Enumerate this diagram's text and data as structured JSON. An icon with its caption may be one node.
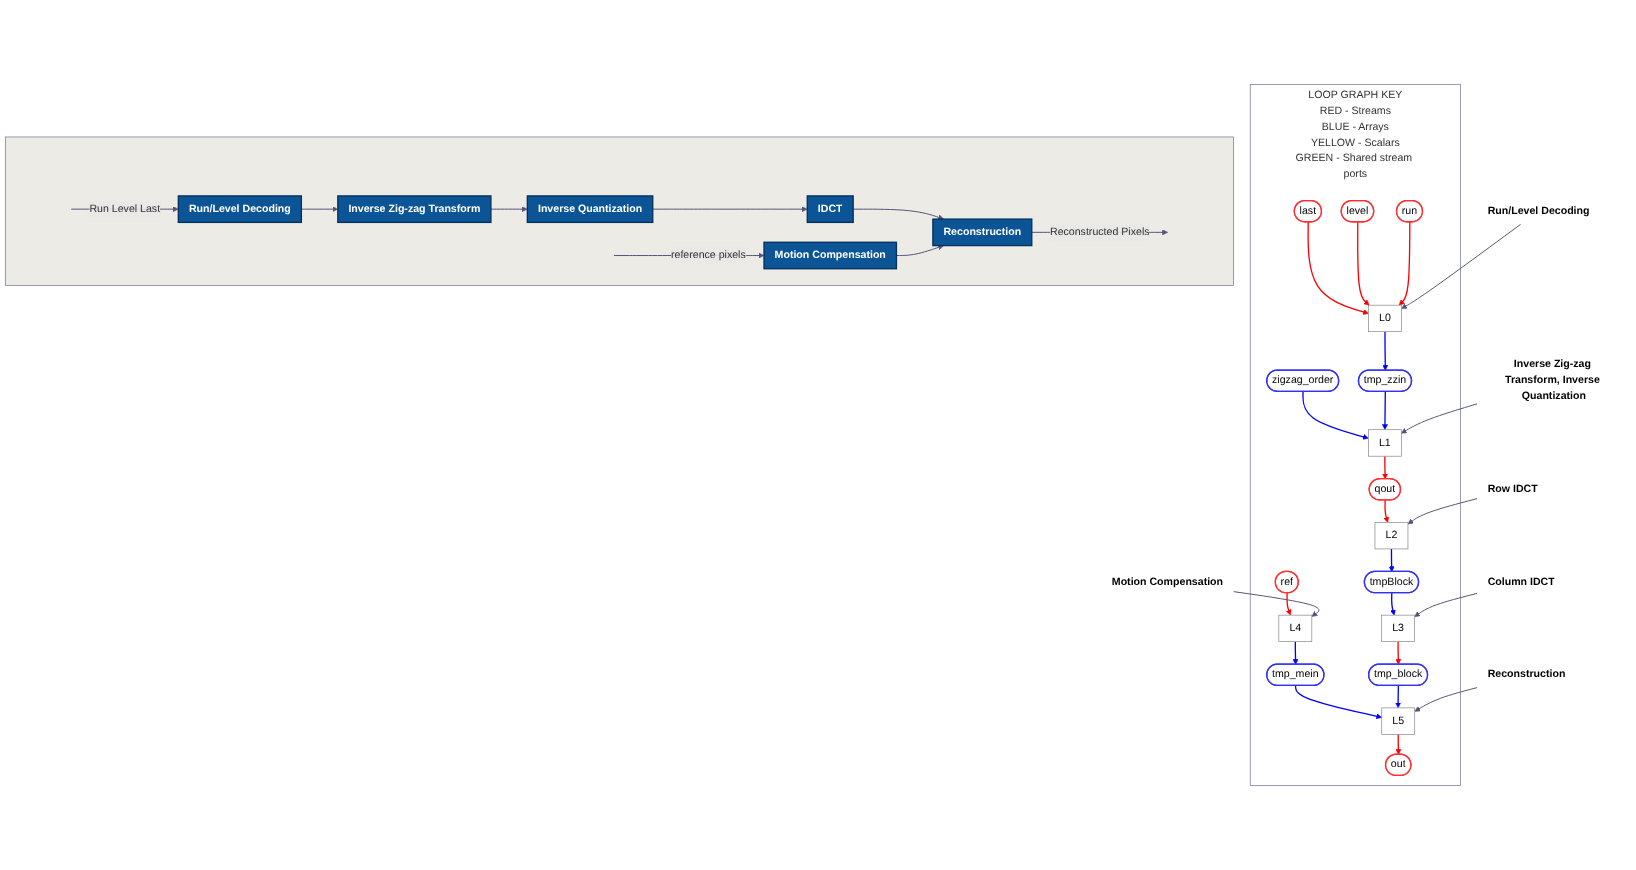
{
  "diagram": {
    "nodes": [
      {
        "text": [
          "LOOP GRAPH KEY",
          "RED - Streams",
          "BLUE - Arrays",
          "YELLOW - Scalars",
          "GREEN - Shared stream ports"
        ]
      },
      {
        "text": [
          "last"
        ],
        "in": 0
      },
      {
        "text": [
          "level"
        ],
        "in": 0
      },
      {
        "text": [
          "run"
        ],
        "in": 0
      },
      {
        "text": [
          "L0"
        ],
        "in": 0
      },
      {
        "text": [
          "zigzag_order"
        ],
        "in": 0
      },
      {
        "text": [
          "tmp_zzin"
        ],
        "in": 0
      },
      {
        "text": [
          "L1"
        ],
        "in": 0
      },
      {
        "text": [
          "qout"
        ],
        "in": 0
      },
      {
        "text": [
          "L2"
        ],
        "in": 0
      },
      {
        "text": [
          "ref"
        ],
        "in": 0
      },
      {
        "text": [
          "tmpBlock"
        ],
        "in": 0
      },
      {
        "text": [
          "L4"
        ],
        "in": 0
      },
      {
        "text": [
          "L3"
        ],
        "in": 0
      },
      {
        "text": [
          "tmp_mein"
        ],
        "in": 0
      },
      {
        "text": [
          "tmp_block"
        ],
        "in": 0
      },
      {
        "text": [
          "L5"
        ],
        "in": 0
      },
      {
        "text": [
          "out"
        ],
        "in": 0
      },
      {
        "text": [
          "Run/Level Decoding"
        ]
      },
      {
        "text": [
          "Inverse Zig-zag Transform, Inverse Quantization"
        ]
      },
      {
        "text": [
          "Row IDCT"
        ]
      },
      {
        "text": [
          "Column IDCT"
        ]
      },
      {
        "text": [
          "Motion Compensation"
        ]
      },
      {
        "text": [
          "Reconstruction"
        ]
      },
      {
        "text": [],
        "shape": "box"
      },
      {
        "text": [
          "Run/Level Decoding"
        ],
        "in": 24
      },
      {
        "text": [
          "Inverse Zig-zag Transform"
        ],
        "in": 24
      },
      {
        "text": [
          "Inverse Quantization"
        ],
        "in": 24
      },
      {
        "text": [
          "IDCT"
        ],
        "in": 24
      },
      {
        "text": [
          "Reconstruction"
        ],
        "in": 24
      },
      {
        "text": [
          "Motion Compensation"
        ],
        "in": 24
      }
    ],
    "edges": [
      {
        "from": 1,
        "to": 4,
        "arrow": "to",
        "color": "#ff0000"
      },
      {
        "from": 2,
        "to": 4,
        "arrow": "to",
        "color": "#ff0000"
      },
      {
        "from": 3,
        "to": 4,
        "arrow": "to",
        "color": "#ff0000"
      },
      {
        "from": 4,
        "to": 6,
        "arrow": "to",
        "color": "#0000ff"
      },
      {
        "from": 5,
        "to": 7,
        "arrow": "to",
        "color": "#0000ff"
      },
      {
        "from": 6,
        "to": 7,
        "arrow": "to",
        "color": "#0000ff"
      },
      {
        "from": 7,
        "to": 8,
        "arrow": "to",
        "color": "#ff0000"
      },
      {
        "from": 8,
        "to": 9,
        "arrow": "to",
        "color": "#ff0000"
      },
      {
        "from": 9,
        "to": 11,
        "arrow": "to",
        "color": "#0000ff"
      },
      {
        "from": 11,
        "to": 13,
        "arrow": "to",
        "color": "#0000ff"
      },
      {
        "from": 10,
        "to": 12,
        "arrow": "to",
        "color": "#ff0000"
      },
      {
        "from": 13,
        "to": 15,
        "arrow": "to",
        "color": "#ff0000"
      },
      {
        "from": 12,
        "to": 14,
        "arrow": "to",
        "color": "#0000ff"
      },
      {
        "from": 14,
        "to": 16,
        "arrow": "to",
        "color": "#0000ff"
      },
      {
        "from": 15,
        "to": 16,
        "arrow": "to",
        "color": "#0000ff"
      },
      {
        "from": 16,
        "to": 17,
        "arrow": "to",
        "color": "#ff0000"
      },
      {
        "from": 18,
        "to": 4,
        "arrow": "to"
      },
      {
        "from": 19,
        "to": 7,
        "arrow": "to"
      },
      {
        "from": 20,
        "to": 9,
        "arrow": "to"
      },
      {
        "from": 21,
        "to": 13,
        "arrow": "to"
      },
      {
        "from": 22,
        "to": 12,
        "arrow": "to"
      },
      {
        "from": 23,
        "to": 16,
        "arrow": "to"
      },
      {
        "from": null,
        "to": 25,
        "arrow": "to",
        "label": "Run Level Last"
      },
      {
        "from": 25,
        "to": 26,
        "arrow": "to"
      },
      {
        "from": 26,
        "to": 27,
        "arrow": "to"
      },
      {
        "from": 27,
        "to": 28,
        "arrow": "to"
      },
      {
        "from": 28,
        "to": 29,
        "arrow": "to"
      },
      {
        "from": null,
        "to": 30,
        "arrow": "to",
        "label": "reference pixels"
      },
      {
        "from": 30,
        "to": 29,
        "arrow": "to"
      },
      {
        "from": 29,
        "to": null,
        "arrow": "to",
        "label": "Reconstructed Pixels"
      }
    ]
  }
}
